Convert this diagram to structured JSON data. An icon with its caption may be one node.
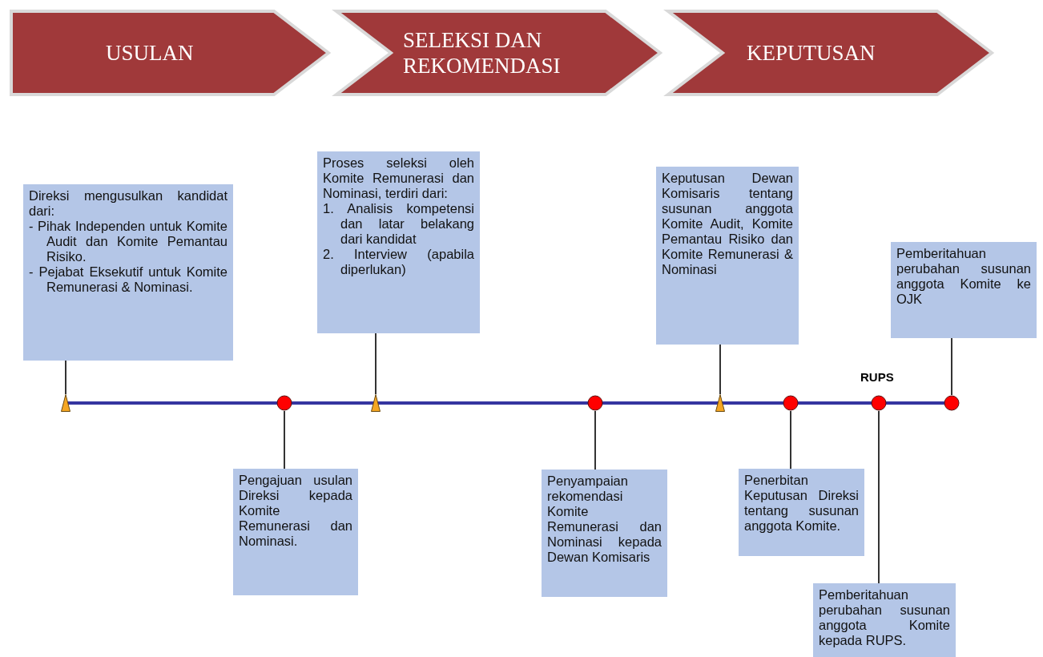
{
  "diagram": {
    "nodes": [
      {
        "text": [
          "USULAN"
        ]
      },
      {
        "text": [
          "SELEKSI DAN REKOMENDASI"
        ]
      },
      {
        "text": [
          "KEPUTUSAN"
        ]
      },
      {
        "text": [
          "Direksi mengusulkan kandidat dari:",
          "- Pihak Independen untuk Komite Audit dan Komite Pemantau Risiko.",
          "- Pejabat Eksekutif untuk Komite Remunerasi & Nominasi."
        ]
      },
      {
        "text": [
          "Proses seleksi oleh Komite Remunerasi dan Nominasi, terdiri dari:",
          "1. Analisis kompetensi dan latar belakang dari kandidat",
          "2. Interview (apabila diperlukan)"
        ]
      },
      {
        "text": [
          "Keputusan Dewan Komisaris tentang susunan anggota Komite Audit, Komite Pemantau Risiko dan Komite Remunerasi & Nominasi"
        ]
      },
      {
        "text": [
          "Pemberitahuan perubahan susunan anggota Komite ke OJK"
        ]
      },
      {
        "text": [],
        "shape": "triangle"
      },
      {
        "text": [],
        "shape": "circle"
      },
      {
        "text": [],
        "shape": "triangle"
      },
      {
        "text": [],
        "shape": "circle"
      },
      {
        "text": [],
        "shape": "triangle"
      },
      {
        "text": [],
        "shape": "circle"
      },
      {
        "text": [],
        "shape": "circle"
      },
      {
        "text": [],
        "shape": "circle"
      },
      {
        "text": [
          "Pengajuan usulan Direksi kepada Komite Remunerasi dan Nominasi."
        ]
      },
      {
        "text": [
          "Penyampaian rekomendasi Komite Remunerasi dan Nominasi kepada Dewan Komisaris"
        ]
      },
      {
        "text": [
          "Penerbitan Keputusan Direksi tentang susunan anggota Komite."
        ]
      },
      {
        "text": [
          "Pemberitahuan perubahan susunan anggota Komite kepada RUPS."
        ]
      }
    ],
    "edges": [
      {
        "from": 3,
        "to": 7,
        "arrow": "none"
      },
      {
        "from": 4,
        "to": 9,
        "arrow": "none"
      },
      {
        "from": 5,
        "to": 11,
        "arrow": "none"
      },
      {
        "from": 6,
        "to": 14,
        "arrow": "none"
      },
      {
        "from": 15,
        "to": 8,
        "arrow": "none"
      },
      {
        "from": 16,
        "to": 10,
        "arrow": "none"
      },
      {
        "from": 17,
        "to": 12,
        "arrow": "none"
      },
      {
        "from": 18,
        "to": 13,
        "arrow": "none"
      }
    ],
    "labels": [
      "RUPS"
    ]
  }
}
